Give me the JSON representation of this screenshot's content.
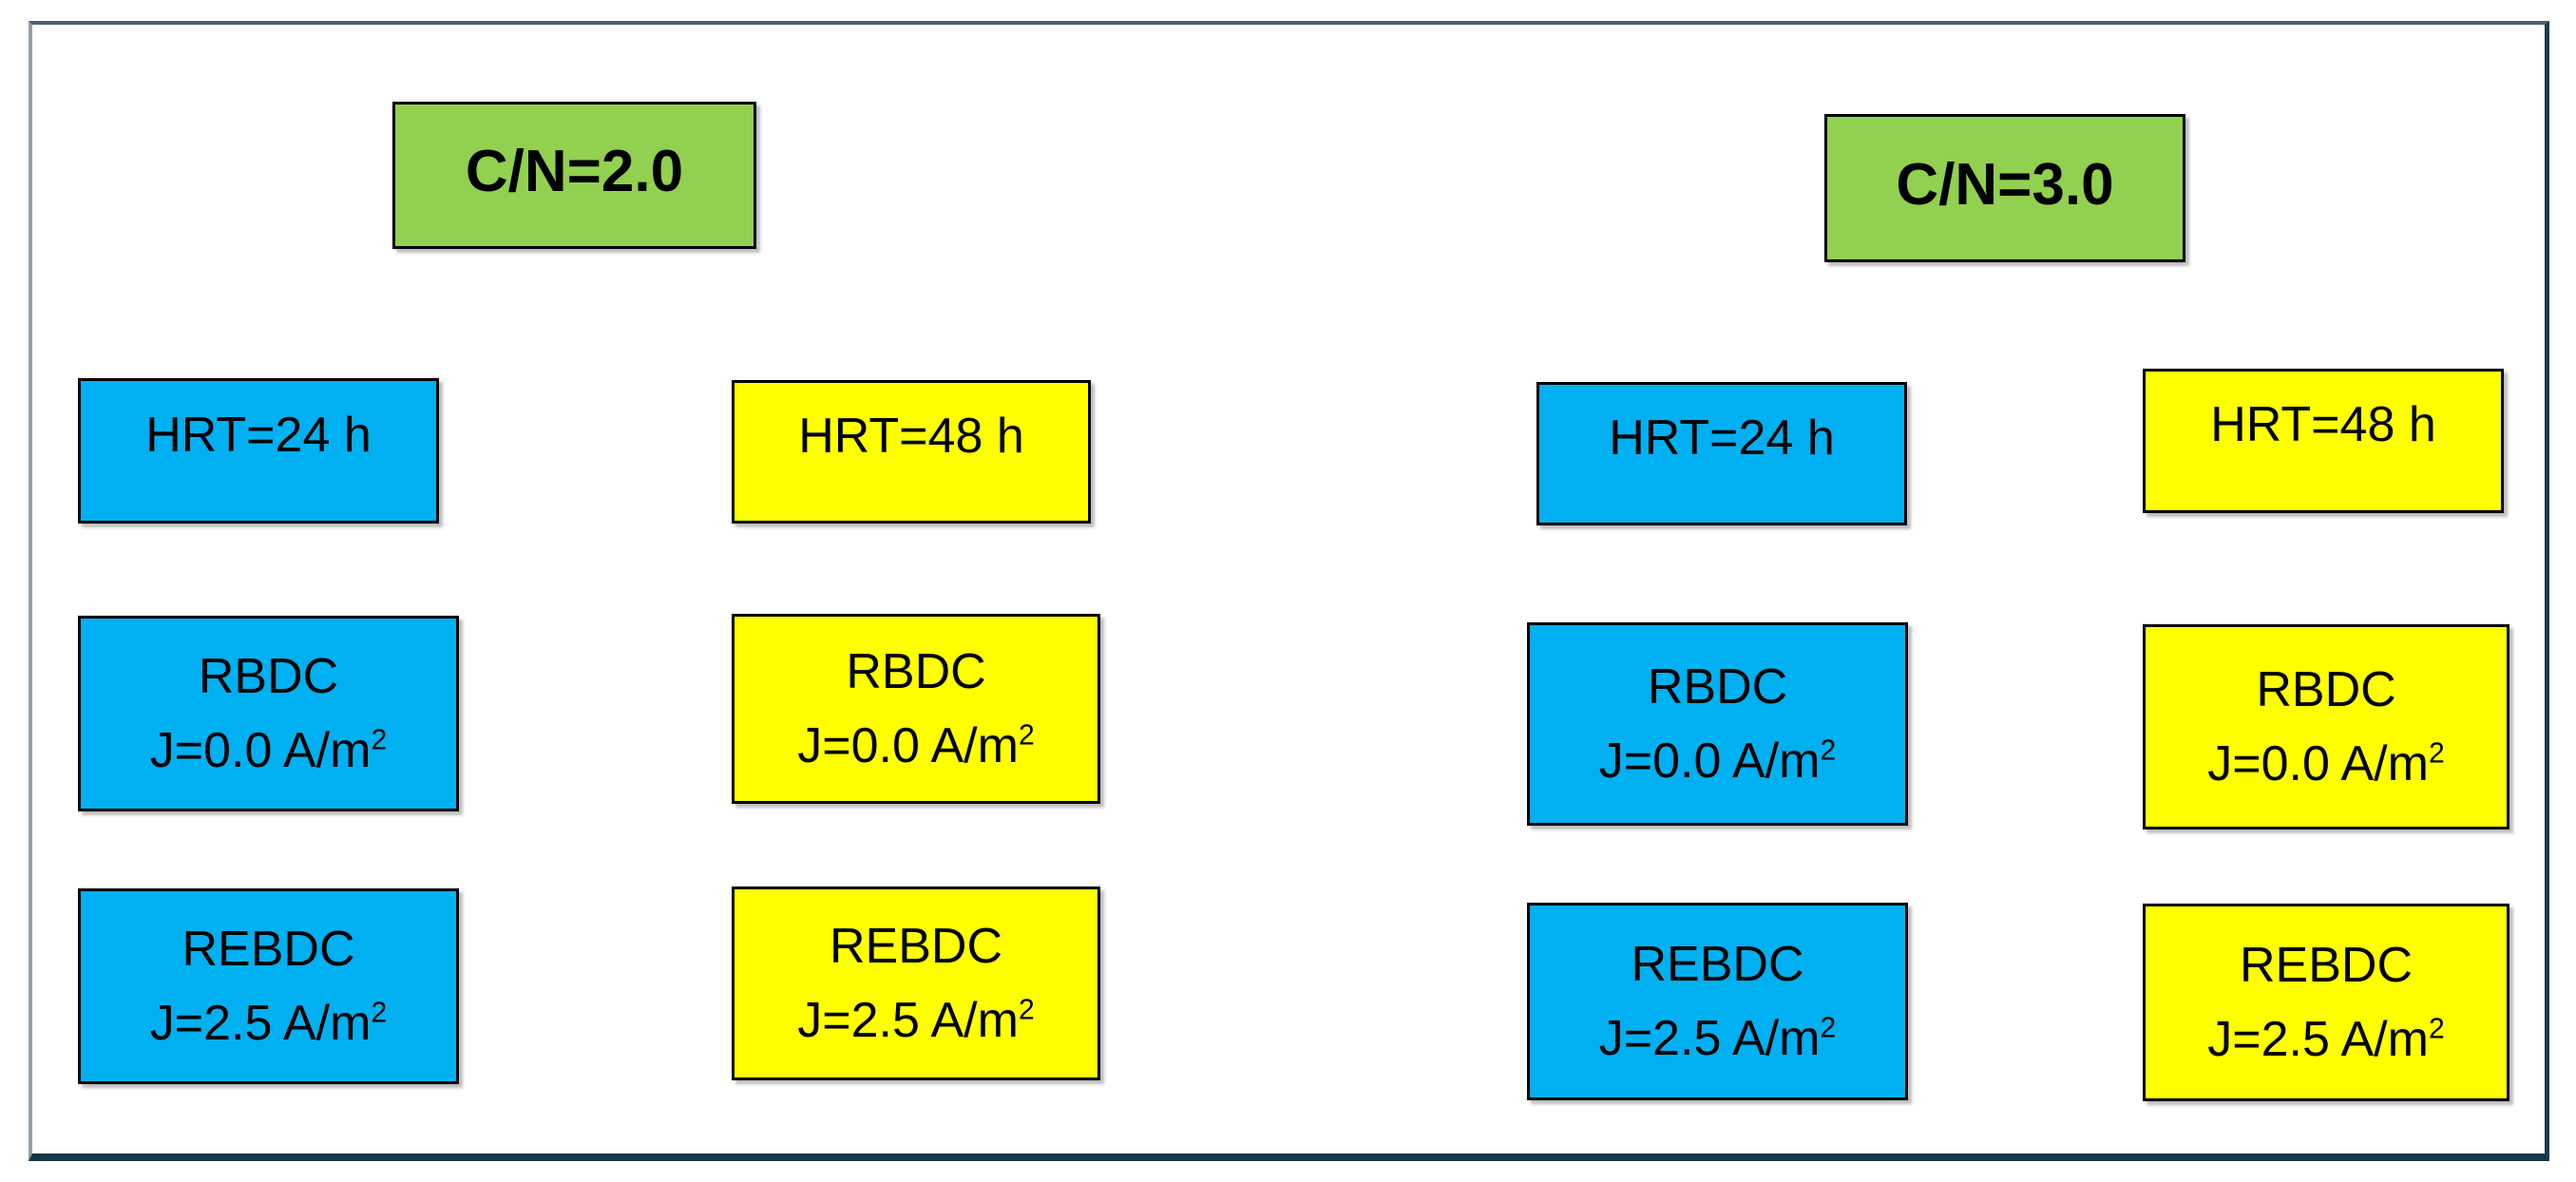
{
  "colors": {
    "background": "#ffffff",
    "cn_fill": "#92D050",
    "hrt24_fill": "#00B0F0",
    "hrt48_fill": "#FFFF00",
    "box_border": "#000000",
    "text": "#000000",
    "frame_top": "#4e606c",
    "frame_left": "#94a1a9",
    "frame_right": "#1d3b4e",
    "frame_bottom": "#173549"
  },
  "diagram": {
    "groups": [
      {
        "label": "C/N=2.0",
        "columns": [
          {
            "hrt": "HRT=24 h",
            "reactors": [
              {
                "name": "RBDC",
                "j": "J=0.0 A/m",
                "sup": "2"
              },
              {
                "name": "REBDC",
                "j": "J=2.5 A/m",
                "sup": "2"
              }
            ]
          },
          {
            "hrt": "HRT=48 h",
            "reactors": [
              {
                "name": "RBDC",
                "j": "J=0.0 A/m",
                "sup": "2"
              },
              {
                "name": "REBDC",
                "j": "J=2.5 A/m",
                "sup": "2"
              }
            ]
          }
        ]
      },
      {
        "label": "C/N=3.0",
        "columns": [
          {
            "hrt": "HRT=24 h",
            "reactors": [
              {
                "name": "RBDC",
                "j": "J=0.0 A/m",
                "sup": "2"
              },
              {
                "name": "REBDC",
                "j": "J=2.5 A/m",
                "sup": "2"
              }
            ]
          },
          {
            "hrt": "HRT=48 h",
            "reactors": [
              {
                "name": "RBDC",
                "j": "J=0.0 A/m",
                "sup": "2"
              },
              {
                "name": "REBDC",
                "j": "J=2.5 A/m",
                "sup": "2"
              }
            ]
          }
        ]
      }
    ]
  }
}
